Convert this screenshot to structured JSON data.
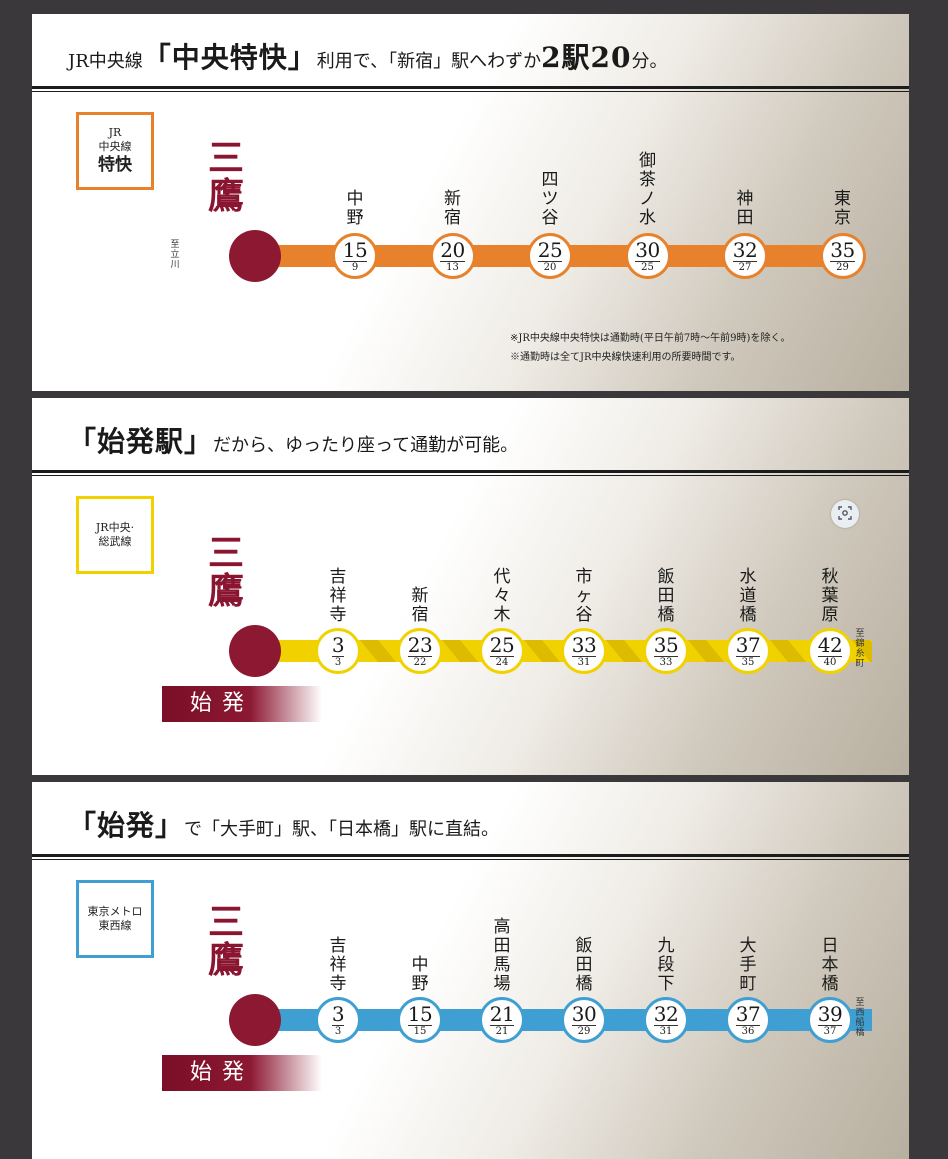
{
  "colors": {
    "background": "#3b383c",
    "origin": "#8c1832",
    "chuo_rapid": "#e8812b",
    "chuo_sobu": "#f1d200",
    "tozai": "#3f9fd2"
  },
  "panels": [
    {
      "id": "chuo-rapid",
      "headline": [
        {
          "text": "JR中央線",
          "size": "sm"
        },
        {
          "text": "「中央特快」",
          "size": "lg"
        },
        {
          "text": "利用で、「新宿」駅へわずか",
          "size": "sm"
        },
        {
          "text": "2駅20",
          "size": "lg"
        },
        {
          "text": "分。",
          "size": "sm"
        }
      ],
      "line_label": [
        {
          "text": "JR",
          "size": "a"
        },
        {
          "text": "中央線",
          "size": "a"
        },
        {
          "text": "特快",
          "size": "b"
        }
      ],
      "line_color": "#e8812b",
      "origin_name": [
        "三",
        "鷹"
      ],
      "dest_left": [
        "至",
        "立",
        "川"
      ],
      "dest_right": [],
      "stations": [
        {
          "name": [
            "中",
            "野"
          ],
          "time": "15",
          "rush": "9"
        },
        {
          "name": [
            "新",
            "宿"
          ],
          "time": "20",
          "rush": "13"
        },
        {
          "name": [
            "四",
            "ツ",
            "谷"
          ],
          "time": "25",
          "rush": "20"
        },
        {
          "name": [
            "御",
            "茶",
            "ノ",
            "水"
          ],
          "time": "30",
          "rush": "25"
        },
        {
          "name": [
            "神",
            "田"
          ],
          "time": "32",
          "rush": "27"
        },
        {
          "name": [
            "東",
            "京"
          ],
          "time": "35",
          "rush": "29"
        }
      ],
      "notes": [
        "※JR中央線中央特快は通勤時(平日午前7時～午前9時)を除く。",
        "※通勤時は全てJR中央線快速利用の所要時間です。"
      ],
      "shihatsu": ""
    },
    {
      "id": "chuo-sobu",
      "headline": [
        {
          "text": "「始発駅」",
          "size": "lg"
        },
        {
          "text": "だから、ゆったり座って通勤が可能。",
          "size": "sm"
        }
      ],
      "line_label": [
        {
          "text": "JR中央·",
          "size": "a"
        },
        {
          "text": "総武線",
          "size": "a"
        }
      ],
      "line_color": "#f1d200",
      "origin_name": [
        "三",
        "鷹"
      ],
      "dest_left": [],
      "dest_right": [
        "至",
        "錦",
        "糸",
        "町"
      ],
      "stations": [
        {
          "name": [
            "吉",
            "祥",
            "寺"
          ],
          "time": "3",
          "rush": "3"
        },
        {
          "name": [
            "新",
            "宿"
          ],
          "time": "23",
          "rush": "22"
        },
        {
          "name": [
            "代",
            "々",
            "木"
          ],
          "time": "25",
          "rush": "24"
        },
        {
          "name": [
            "市",
            "ヶ",
            "谷"
          ],
          "time": "33",
          "rush": "31"
        },
        {
          "name": [
            "飯",
            "田",
            "橋"
          ],
          "time": "35",
          "rush": "33"
        },
        {
          "name": [
            "水",
            "道",
            "橋"
          ],
          "time": "37",
          "rush": "35"
        },
        {
          "name": [
            "秋",
            "葉",
            "原"
          ],
          "time": "42",
          "rush": "40"
        }
      ],
      "notes": [],
      "shihatsu": "始発"
    },
    {
      "id": "tozai",
      "headline": [
        {
          "text": "「始発」",
          "size": "lg"
        },
        {
          "text": "で「大手町」駅、「日本橋」駅に直結。",
          "size": "sm"
        }
      ],
      "line_label": [
        {
          "text": "東京メトロ",
          "size": "a"
        },
        {
          "text": "東西線",
          "size": "a"
        }
      ],
      "line_color": "#3f9fd2",
      "origin_name": [
        "三",
        "鷹"
      ],
      "dest_left": [],
      "dest_right": [
        "至",
        "西",
        "船",
        "橋"
      ],
      "stations": [
        {
          "name": [
            "吉",
            "祥",
            "寺"
          ],
          "time": "3",
          "rush": "3"
        },
        {
          "name": [
            "中",
            "野"
          ],
          "time": "15",
          "rush": "15"
        },
        {
          "name": [
            "高",
            "田",
            "馬",
            "場"
          ],
          "time": "21",
          "rush": "21"
        },
        {
          "name": [
            "飯",
            "田",
            "橋"
          ],
          "time": "30",
          "rush": "29"
        },
        {
          "name": [
            "九",
            "段",
            "下"
          ],
          "time": "32",
          "rush": "31"
        },
        {
          "name": [
            "大",
            "手",
            "町"
          ],
          "time": "37",
          "rush": "36"
        },
        {
          "name": [
            "日",
            "本",
            "橋"
          ],
          "time": "39",
          "rush": "37"
        }
      ],
      "notes": [],
      "shihatsu": "始発"
    }
  ]
}
